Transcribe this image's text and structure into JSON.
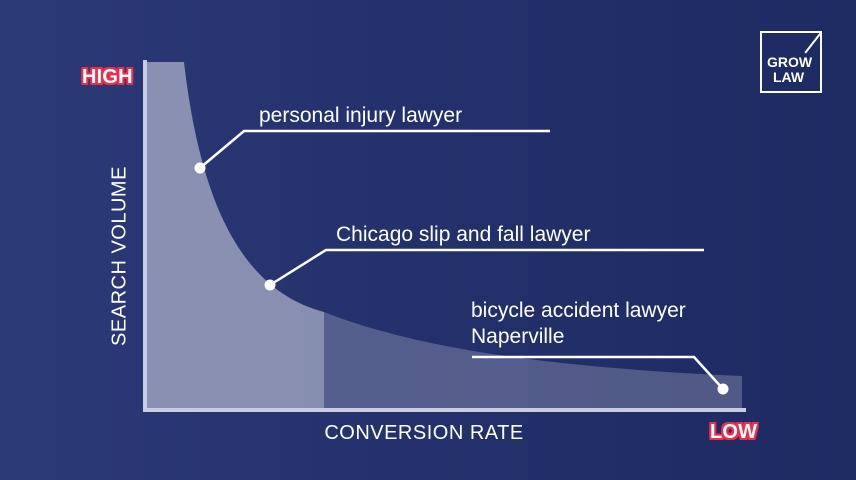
{
  "logo": {
    "line1": "GROW",
    "line2": "LAW"
  },
  "chart_data": {
    "type": "area",
    "title": "",
    "xlabel": "CONVERSION RATE",
    "ylabel": "SEARCH VOLUME",
    "x_tick_labels": [
      "LOW"
    ],
    "y_tick_labels": [
      "HIGH"
    ],
    "grid": false,
    "legend": "none",
    "annotations": [
      {
        "text": "personal injury lawyer"
      },
      {
        "text": "Chicago slip and fall lawyer"
      },
      {
        "text": "bicycle accident lawyer Naperville"
      }
    ]
  },
  "colors": {
    "background": "#24306b",
    "area_fill": "#ffffff",
    "tick_outline": "#ec2e4a",
    "text": "#ffffff"
  }
}
